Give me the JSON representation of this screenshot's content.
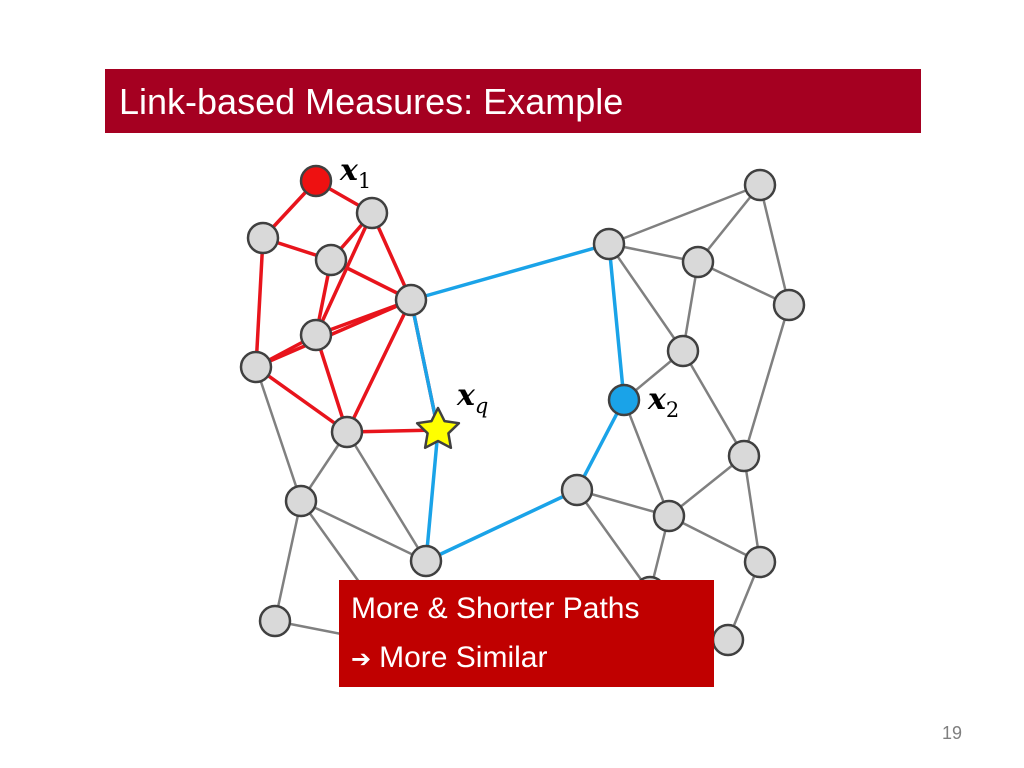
{
  "slide": {
    "title": "Link-based Measures: Example",
    "page_number": "19",
    "callout": {
      "line1": "More & Shorter Paths",
      "arrow_icon": "right-arrow-icon",
      "line2": "More Similar"
    },
    "labels": {
      "x1": {
        "main": "x",
        "sub": "1"
      },
      "xq": {
        "main": "x",
        "sub": "q"
      },
      "x2": {
        "main": "x",
        "sub": "2"
      }
    }
  },
  "colors": {
    "title_bar": "#a50021",
    "callout_box": "#c00000",
    "x1_node": "#ee1111",
    "x2_node": "#1aa3e8",
    "query_star": "#ffff00",
    "red_edges": "#e8141c",
    "blue_edges": "#1aa3e8",
    "gray_edges": "#808080",
    "node_fill": "#d9d9d9",
    "node_stroke": "#404040"
  }
}
